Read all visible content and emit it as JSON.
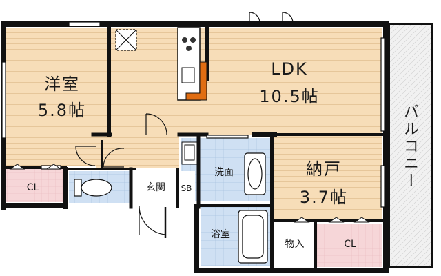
{
  "rooms": {
    "western_room": {
      "name": "洋室",
      "size": "5.8帖"
    },
    "ldk": {
      "name": "LDK",
      "size": "10.5帖"
    },
    "storeroom": {
      "name": "納戸",
      "size": "3.7帖"
    },
    "balcony": {
      "name": "バルコニー"
    },
    "closet_left": {
      "name": "CL"
    },
    "closet_right": {
      "name": "CL"
    },
    "entrance": {
      "name": "玄関"
    },
    "shoe_box": {
      "name": "SB"
    },
    "washroom": {
      "name": "洗面"
    },
    "bathroom": {
      "name": "浴室"
    },
    "storage": {
      "name": "物入"
    }
  },
  "colors": {
    "wood_floor": "#f7ddb8",
    "tile_floor": "#cfe0f3",
    "closet_floor": "#f6d6d8",
    "wall": "#111111",
    "counter_accent": "#e06d12",
    "balcony_floor": "#f1f1f1"
  }
}
